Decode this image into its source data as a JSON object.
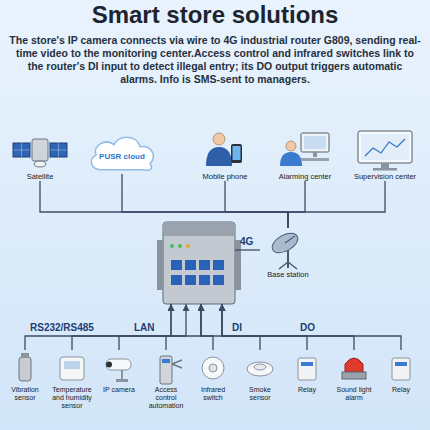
{
  "diagram": {
    "title": "Smart store solutions",
    "nodes": [
      {
        "text": [
          "Satellite"
        ]
      },
      {
        "text": [
          "PUSR cloud"
        ]
      },
      {
        "text": [
          "Mobile phone"
        ]
      },
      {
        "text": [
          "Alarming center"
        ]
      },
      {
        "text": [
          "Supervision center"
        ]
      },
      {
        "text": []
      },
      {
        "text": [
          "Base station"
        ]
      },
      {
        "text": [
          "Vibration sensor"
        ]
      },
      {
        "text": [
          "Temperature and humidity sensor"
        ]
      },
      {
        "text": [
          "IP camera"
        ]
      },
      {
        "text": [
          "Access control automation"
        ]
      },
      {
        "text": [
          "Infrared switch"
        ]
      },
      {
        "text": [
          "Smoke sensor"
        ]
      },
      {
        "text": [
          "Relay"
        ]
      },
      {
        "text": [
          "Sound light alarm"
        ]
      },
      {
        "text": [
          "Relay"
        ]
      }
    ],
    "edges": [
      {
        "from": 0,
        "to": 6,
        "arrow": "none"
      },
      {
        "from": 1,
        "to": 6,
        "arrow": "none"
      },
      {
        "from": 2,
        "to": 6,
        "arrow": "none"
      },
      {
        "from": 3,
        "to": 6,
        "arrow": "none"
      },
      {
        "from": 4,
        "to": 6,
        "arrow": "none"
      },
      {
        "from": 5,
        "to": 6,
        "label": "4G",
        "arrow": "none"
      },
      {
        "from": 7,
        "to": 5,
        "label": "RS232/RS485",
        "arrow": "to"
      },
      {
        "from": 8,
        "to": 5,
        "arrow": "to"
      },
      {
        "from": 9,
        "to": 5,
        "label": "LAN",
        "arrow": "to"
      },
      {
        "from": 10,
        "to": 5,
        "label": "DI",
        "arrow": "to"
      },
      {
        "from": 11,
        "to": 5,
        "arrow": "to"
      },
      {
        "from": 12,
        "to": 5,
        "arrow": "to"
      },
      {
        "from": 13,
        "to": 5,
        "label": "DO",
        "arrow": "to"
      },
      {
        "from": 14,
        "to": 5,
        "arrow": "to"
      },
      {
        "from": 15,
        "to": 5,
        "arrow": "to"
      }
    ],
    "labels": [
      "The store's IP camera connects via wire to 4G industrial router G809, sending real-time video to the monitoring center.Access control and infrared switches link to the router's DI input to detect illegal entry; its DO output triggers automatic alarms. Info is SMS-sent to managers."
    ]
  }
}
